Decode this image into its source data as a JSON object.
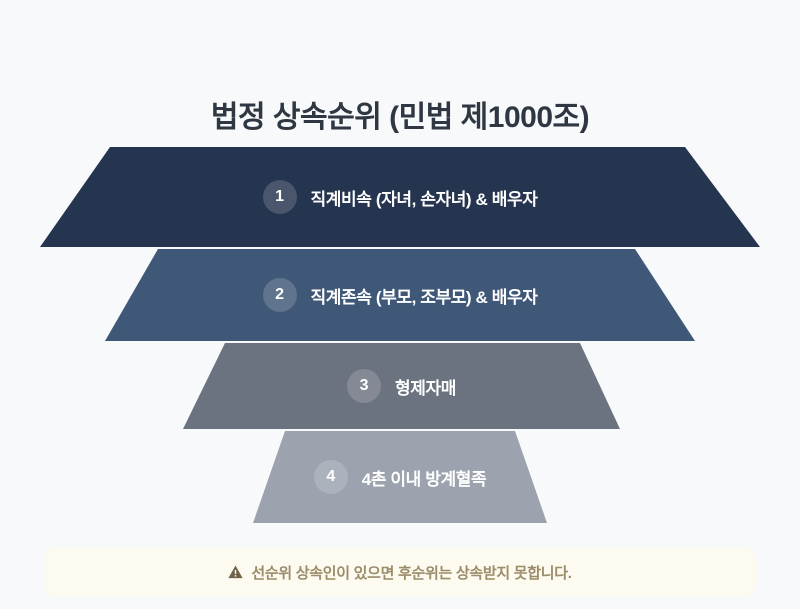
{
  "page": {
    "background_color": "#f7f9fb",
    "title": "법정 상속순위 (민법 제1000조)"
  },
  "funnel": {
    "layers": [
      {
        "rank": "1",
        "label": "직계비속 (자녀, 손자녀) & 배우자",
        "color": "#25344f"
      },
      {
        "rank": "2",
        "label": "직계존속 (부모, 조부모) & 배우자",
        "color": "#405878"
      },
      {
        "rank": "3",
        "label": "형제자매",
        "color": "#6b7280"
      },
      {
        "rank": "4",
        "label": "4촌 이내 방계혈족",
        "color": "#9ca3af"
      }
    ]
  },
  "footer": {
    "icon": "warning-triangle-icon",
    "text": "선순위 상속인이 있으면 후순위는 상속받지 못합니다.",
    "text_color": "#9b8c6a",
    "background_color": "#fdfaef"
  }
}
